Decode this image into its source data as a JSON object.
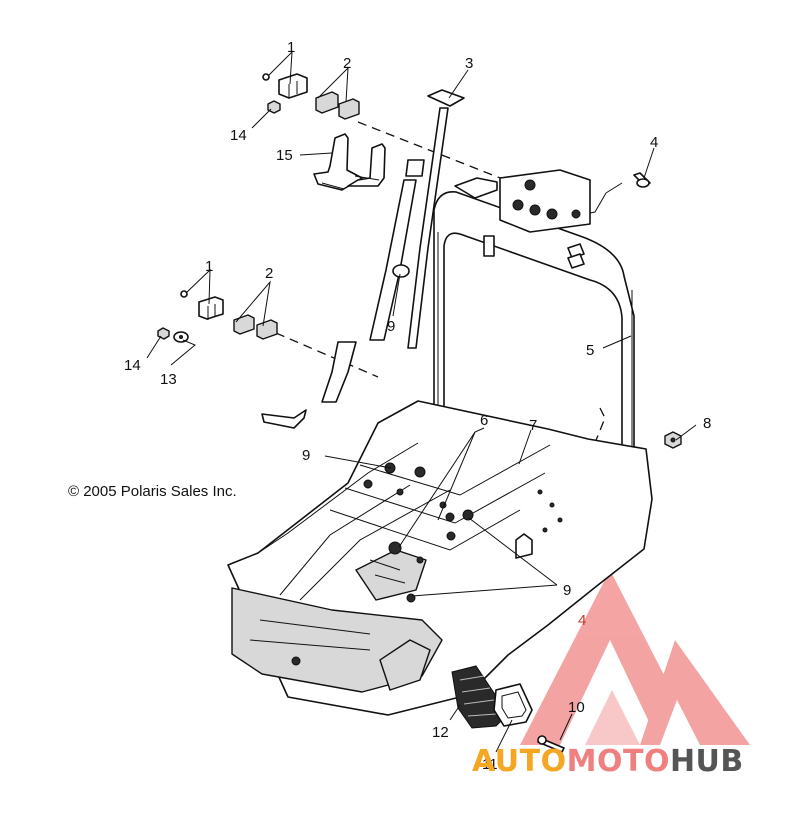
{
  "copyright": "© 2005 Polaris Sales Inc.",
  "callouts": [
    "1",
    "2",
    "3",
    "4",
    "14",
    "15",
    "1",
    "2",
    "14",
    "13",
    "9",
    "5",
    "6",
    "7",
    "8",
    "9",
    "9",
    "4",
    "12",
    "11",
    "10"
  ],
  "watermark": {
    "parts": [
      "AUTO",
      "MOTO",
      "HUB"
    ],
    "colors": {
      "auto": "#f5a623",
      "moto": "#f08080",
      "hub": "#555555",
      "logo": "#f28a8a"
    }
  }
}
